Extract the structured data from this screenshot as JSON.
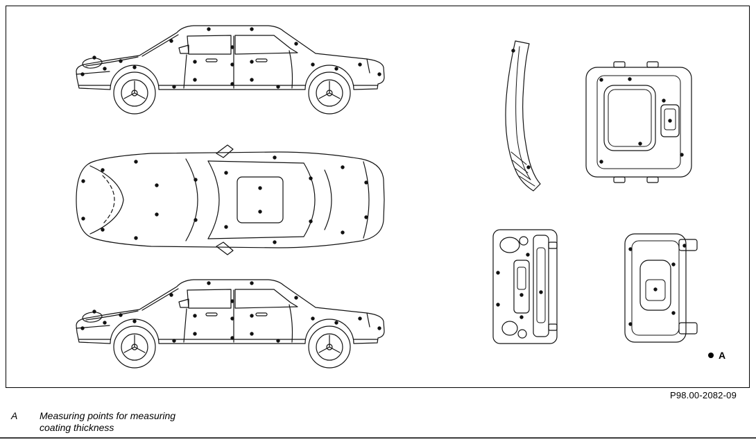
{
  "figure": {
    "number": "P98.00-2082-09"
  },
  "legend": {
    "label": "A",
    "marker_icon": "filled-circle"
  },
  "caption": {
    "label": "A",
    "line1": "Measuring points for measuring",
    "line2": "coating thickness"
  }
}
